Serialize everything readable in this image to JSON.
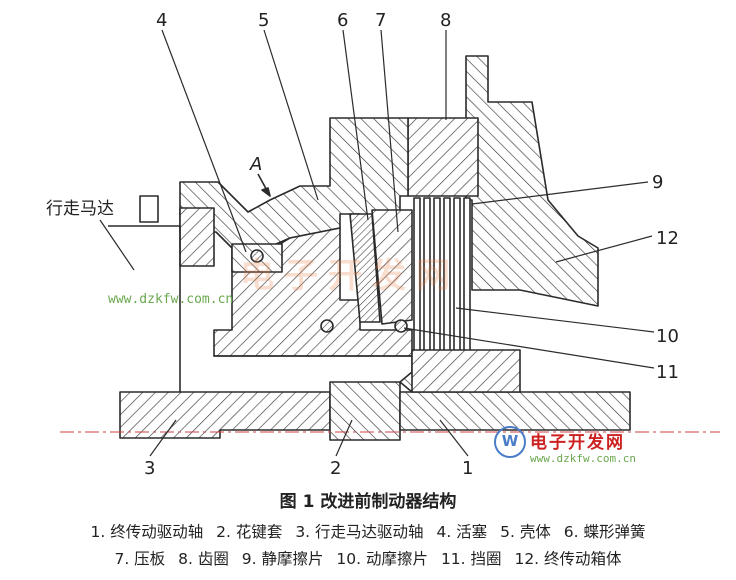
{
  "diagram": {
    "part_numbers": {
      "p1": "1",
      "p2": "2",
      "p3": "3",
      "p4": "4",
      "p5": "5",
      "p6": "6",
      "p7": "7",
      "p8": "8",
      "p9": "9",
      "p10": "10",
      "p11": "11",
      "p12": "12"
    },
    "view_label": "A",
    "motor_label": "行走马达"
  },
  "caption": {
    "title": "图 1  改进前制动器结构",
    "legend_row1": [
      "1. 终传动驱动轴",
      "2. 花键套",
      "3. 行走马达驱动轴",
      "4. 活塞",
      "5. 壳体",
      "6. 蝶形弹簧"
    ],
    "legend_row2": [
      "7. 压板",
      "8. 齿圈",
      "9. 静摩擦片",
      "10. 动摩擦片",
      "11. 挡圈",
      "12. 终传动箱体"
    ]
  },
  "watermarks": {
    "url_left": "www.dzkfw.com.cn",
    "url_right": "www.dzkfw.com.cn",
    "brand": "电子开发网",
    "background_text": "电子开发网"
  },
  "colors": {
    "line": "#2b2b2b",
    "hatch": "#3a3a3a",
    "watermark_green": "#6aa84f",
    "watermark_red": "#cc2222",
    "caption_text": "#222222"
  }
}
